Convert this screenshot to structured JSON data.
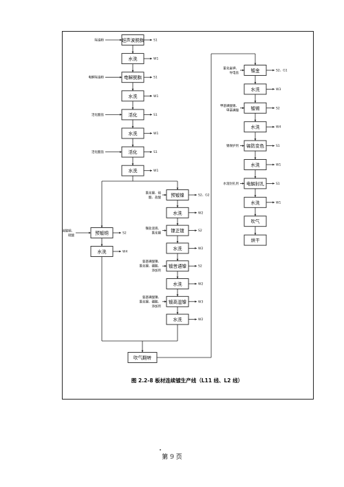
{
  "title": "图 2.2-8 板材连续镀生产线（L11 线、L2 线）",
  "footer": "第 9 页",
  "left_chain": [
    {
      "label": "超声波脱脂",
      "input": "除油粉",
      "out": "S1"
    },
    {
      "label": "水洗",
      "out": "W1"
    },
    {
      "label": "电解脱脂",
      "input": "电解除油粉",
      "out": "S1"
    },
    {
      "label": "水洗",
      "out": "W1"
    },
    {
      "label": "活化",
      "input": "活化酸盐",
      "out": "S1"
    },
    {
      "label": "水洗",
      "out": "W1"
    },
    {
      "label": "活化",
      "input": "活化酸盐",
      "out": "S1"
    },
    {
      "label": "水洗",
      "out": "W1"
    }
  ],
  "copper_branch": [
    {
      "label": "预镀铜",
      "input": [
        "硫酸铜、",
        "硫酸"
      ],
      "out": "S2"
    },
    {
      "label": "水洗",
      "out": "W4"
    }
  ],
  "nickel_branch": [
    {
      "label": "预镀镍",
      "input": [
        "氯化镍、硫",
        "酸、盐酸"
      ],
      "out": "S2、G2"
    },
    {
      "label": "水洗",
      "out": "W2"
    },
    {
      "label": "镍正镀",
      "input": [
        "镍盐溶液、",
        "氯化镍"
      ],
      "out": "S2"
    },
    {
      "label": "水洗",
      "out": "W2"
    },
    {
      "label": "镀普通镍",
      "input": [
        "氨基磺酸镍、",
        "氯化镍、硼酸、",
        "添加剂"
      ],
      "out": "S2"
    },
    {
      "label": "水洗",
      "out": "W2"
    },
    {
      "label": "镀高温镍",
      "input": [
        "氨基磺酸镍、",
        "氯化镍、硼酸、",
        "添加剂"
      ],
      "out": "W3"
    },
    {
      "label": "水洗",
      "out": "W2"
    }
  ],
  "merge_box": {
    "label": "吹气翻转"
  },
  "right_chain": [
    {
      "label": "镀金",
      "input": [
        "氰化金钾、",
        "导电盐"
      ],
      "out": "S2、G1"
    },
    {
      "label": "水洗",
      "out": "W3"
    },
    {
      "label": "镀锡",
      "input": [
        "甲基磺酸锡、",
        "甲基磺酸"
      ],
      "out": "S2"
    },
    {
      "label": "水洗",
      "out": "W4"
    },
    {
      "label": "锡防变色",
      "input": [
        "锡保护剂"
      ],
      "out": "S1"
    },
    {
      "label": "水洗",
      "out": "W1"
    },
    {
      "label": "电解封孔",
      "input": [
        "水溶封孔剂"
      ],
      "out": "S1"
    },
    {
      "label": "水洗",
      "out": "W1"
    },
    {
      "label": "吹气"
    },
    {
      "label": "烘干"
    }
  ]
}
